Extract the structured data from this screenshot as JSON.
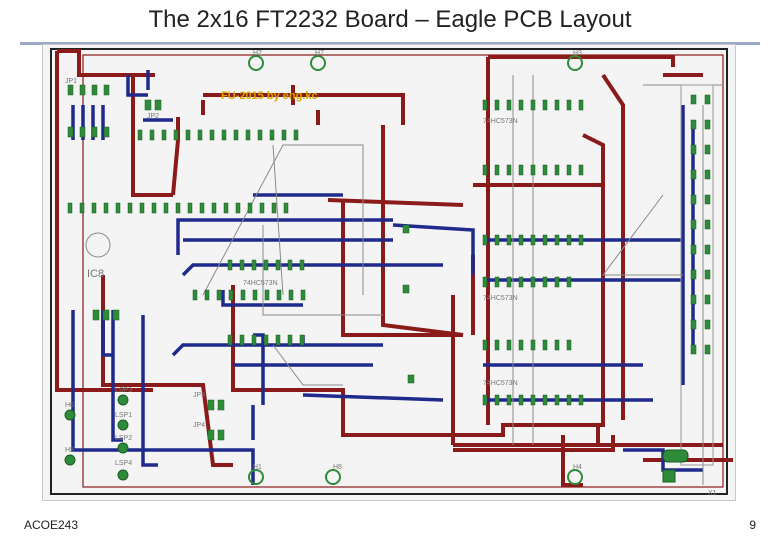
{
  "slide": {
    "title": "The 2x16 FT2232 Board – Eagle PCB Layout",
    "footer_left": "ACOE243",
    "page_number": "9"
  },
  "pcb": {
    "silkscreen_text": "FU-2015  by eng.kc",
    "labels": {
      "h2": "H2",
      "h7": "H7",
      "h3": "H3",
      "h1": "H1",
      "h8": "H8",
      "h4": "H4",
      "h5": "H5",
      "h6": "H6",
      "jp1": "JP1",
      "jp2": "JP2",
      "jp3": "JP3",
      "jp4": "JP4",
      "ic8": "IC8",
      "x1": "X1",
      "lsp1": "LSP1",
      "lsp2": "LSP2",
      "lsp3": "LSP3",
      "lsp4": "LSP4",
      "chip1": "74HC573N",
      "chip2": "74HC573N",
      "chip3": "74HC573N",
      "chip4": "74HC573N"
    },
    "colors": {
      "top_layer": "#8b1a1a",
      "bottom_layer": "#1f2a8c",
      "pad": "#2e8b3a",
      "silkscreen": "#8a8a8a",
      "text_accent": "#d9a400"
    }
  }
}
